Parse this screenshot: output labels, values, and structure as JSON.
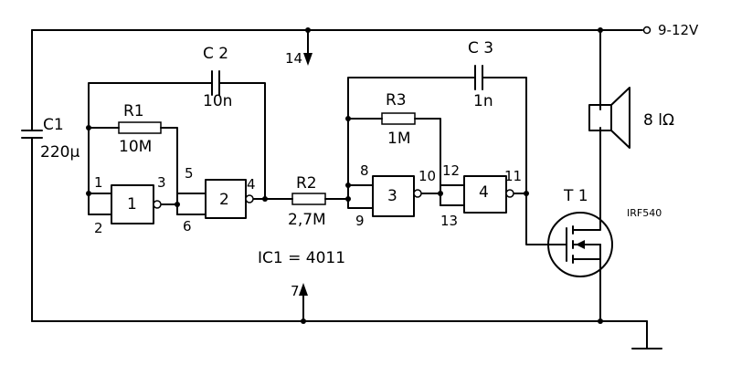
{
  "supply": {
    "label": "9-12V"
  },
  "capacitors": {
    "c1": {
      "name": "C1",
      "value": "220µ"
    },
    "c2": {
      "name": "C 2",
      "value": "10n"
    },
    "c3": {
      "name": "C 3",
      "value": "1n"
    }
  },
  "resistors": {
    "r1": {
      "name": "R1",
      "value": "10M"
    },
    "r2": {
      "name": "R2",
      "value": "2,7M"
    },
    "r3": {
      "name": "R3",
      "value": "1M"
    }
  },
  "gates": {
    "g1": "1",
    "g2": "2",
    "g3": "3",
    "g4": "4"
  },
  "pins": {
    "p1": "1",
    "p2": "2",
    "p3": "3",
    "p4": "4",
    "p5": "5",
    "p6": "6",
    "p8": "8",
    "p9": "9",
    "p10": "10",
    "p11": "11",
    "p12": "12",
    "p13": "13",
    "p14": "14",
    "p7": "7"
  },
  "ic": {
    "label": "IC1 = 4011"
  },
  "transistor": {
    "name": "T 1",
    "part": "IRF540"
  },
  "speaker": {
    "label": "8 lΩ"
  }
}
